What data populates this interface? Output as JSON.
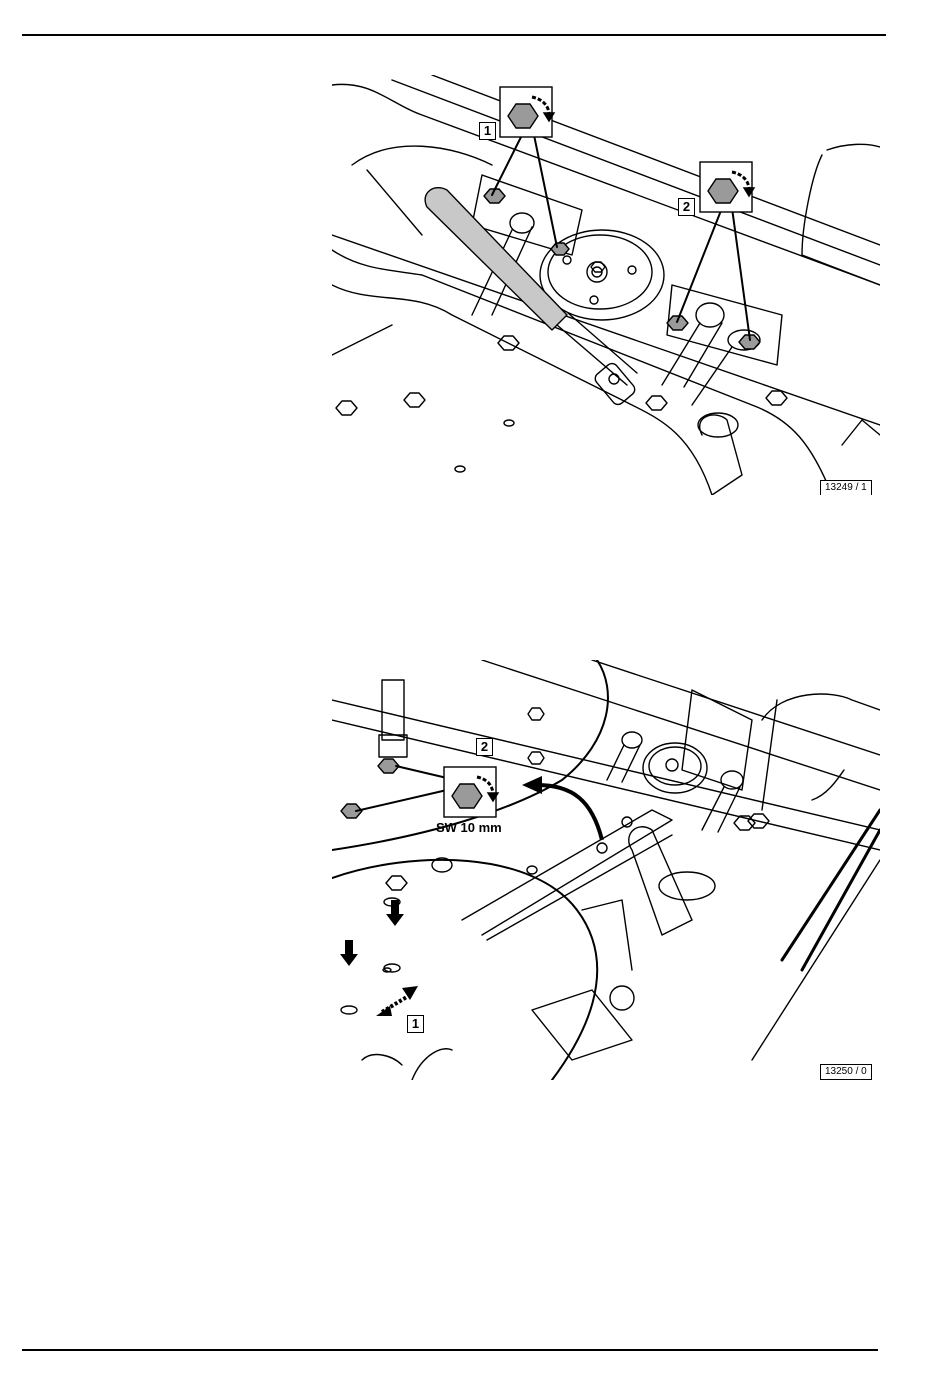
{
  "figure_top": {
    "figure_number": "13249 / 1",
    "callouts": [
      "1",
      "2"
    ]
  },
  "figure_bottom": {
    "figure_number": "13250 / 0",
    "callouts": [
      "2",
      "1"
    ],
    "wrench_size": "SW 10 mm"
  },
  "icons": [
    "hex-bolt-tighten-icon",
    "direction-arrow-icon"
  ]
}
